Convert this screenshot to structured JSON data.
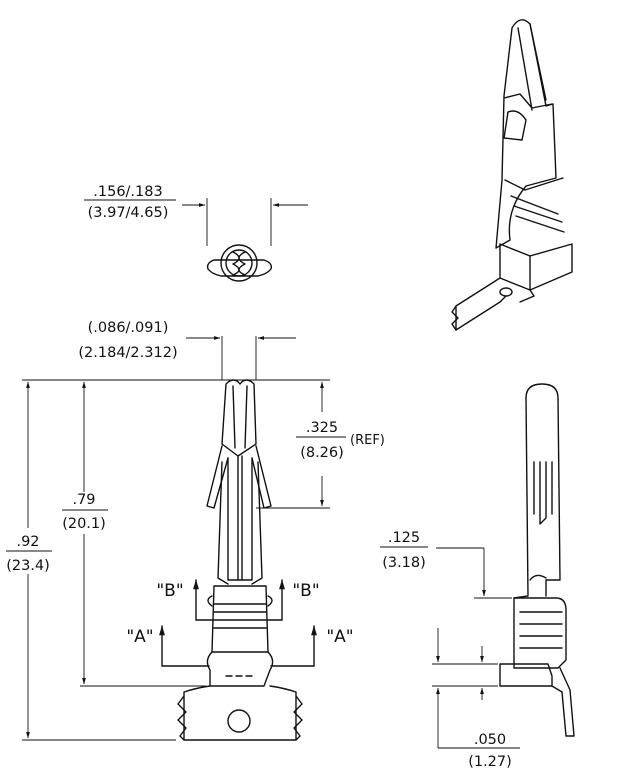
{
  "dimensions": {
    "end_width_in": ".156/.183",
    "end_width_mm": "(3.97/4.65)",
    "contact_width_in": "(.086/.091)",
    "contact_width_mm": "(2.184/2.312)",
    "tip_length_in": ".325",
    "tip_length_mm": "(8.26)",
    "tip_length_note": "(REF)",
    "mid_length_in": ".79",
    "mid_length_mm": "(20.1)",
    "overall_length_in": ".92",
    "overall_length_mm": "(23.4)",
    "side_height_in": ".125",
    "side_height_mm": "(3.18)",
    "tab_thickness_in": ".050",
    "tab_thickness_mm": "(1.27)"
  },
  "sections": {
    "b_left": "\"B\"",
    "b_right": "\"B\"",
    "a_left": "\"A\"",
    "a_right": "\"A\""
  }
}
